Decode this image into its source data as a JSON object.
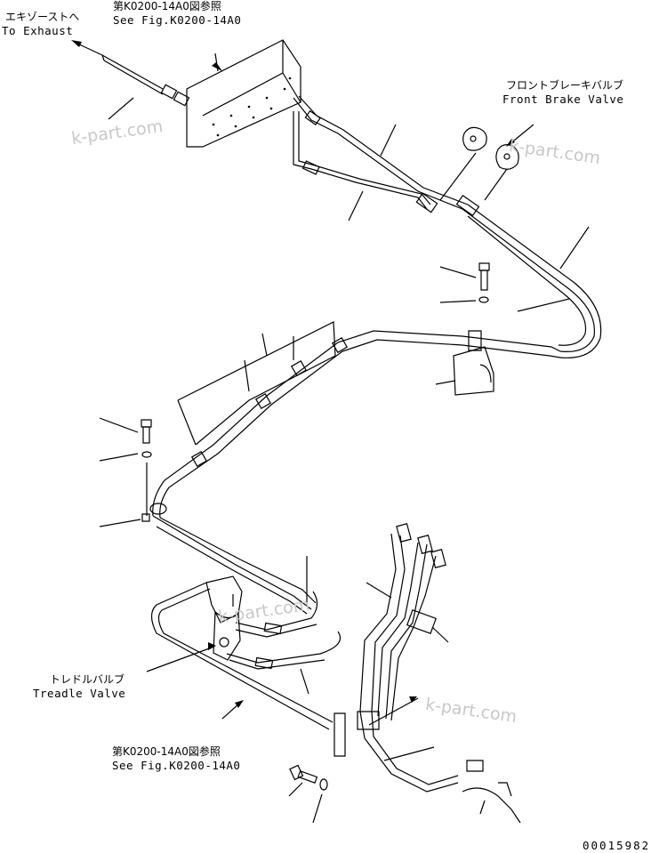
{
  "labels": {
    "exhaust_jp": "エキゾーストへ",
    "exhaust_en": "To Exhaust",
    "fig_top_jp": "第K0200-14A0図参照",
    "fig_top_en": "See Fig.K0200-14A0",
    "brake_jp": "フロントブレーキバルブ",
    "brake_en": "Front Brake Valve",
    "treadle_jp": "トレドルバルブ",
    "treadle_en": "Treadle Valve",
    "fig_bot_jp": "第K0200-14A0図参照",
    "fig_bot_en": "See Fig.K0200-14A0",
    "drawing_no": "00015982"
  },
  "watermark": "k-part.com"
}
